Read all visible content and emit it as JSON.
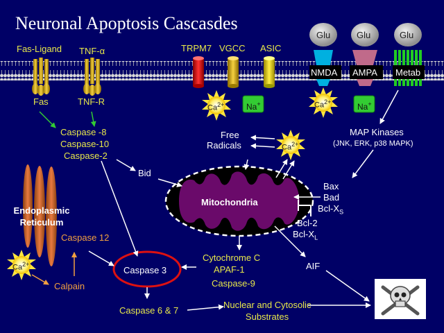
{
  "title": "Neuronal Apoptosis Cascasdes",
  "receptors": {
    "fas_ligand": "Fas-Ligand",
    "tnf_alpha": "TNF-α",
    "fas": "Fas",
    "tnf_r": "TNF-R",
    "trpm7": "TRPM7",
    "vgcc": "VGCC",
    "asic": "ASIC",
    "glu": "Glu",
    "nmda": "NMDA",
    "ampa": "AMPA",
    "metab": "Metab"
  },
  "ions": {
    "ca": "Ca",
    "ca_charge": "2+",
    "na": "Na",
    "na_charge": "+"
  },
  "caspases": {
    "c8": "Caspase -8",
    "c10": "Caspase-10",
    "c2": "Caspase-2",
    "c12": "Caspase 12",
    "c3": "Caspase 3",
    "c67": "Caspase 6 & 7",
    "c9": "Caspase-9"
  },
  "labels": {
    "bid": "Bid",
    "free_radicals_1": "Free",
    "free_radicals_2": "Radicals",
    "map_kinases": "MAP Kinases",
    "map_kinases_sub": "(JNK, ERK, p38 MAPK)",
    "bax": "Bax",
    "bad": "Bad",
    "bcl_xs": "Bcl-X",
    "bcl_xs_sub": "S",
    "bcl2": "Bcl-2",
    "bcl_xl": "Bcl-X",
    "bcl_xl_sub": "L",
    "mitochondria": "Mitochondria",
    "er_1": "Endoplasmic",
    "er_2": "Reticulum",
    "calpain": "Calpain",
    "cytochrome_c": "Cytochrome C",
    "apaf1": "APAF-1",
    "aif": "AIF",
    "substrates_1": "Nuclear and Cytosolic",
    "substrates_2": "Substrates"
  },
  "colors": {
    "background": "#000066",
    "label_yellow": "#e8e84a",
    "label_white": "#ffffff",
    "label_orange": "#f2a040",
    "mitochondria_fill": "#6a0a6a",
    "caspase3_ring": "#dd1111",
    "trpm7": "#dd1111",
    "vgcc": "#e8b400",
    "asic": "#e8d800",
    "nmda": "#00b0e0",
    "ampa": "#c06a8a",
    "metab": "#22cc22"
  },
  "icons": {
    "calcium_burst": "sunburst-icon",
    "sodium_box": "green-square-icon",
    "death": "skull-crossbones-icon"
  }
}
